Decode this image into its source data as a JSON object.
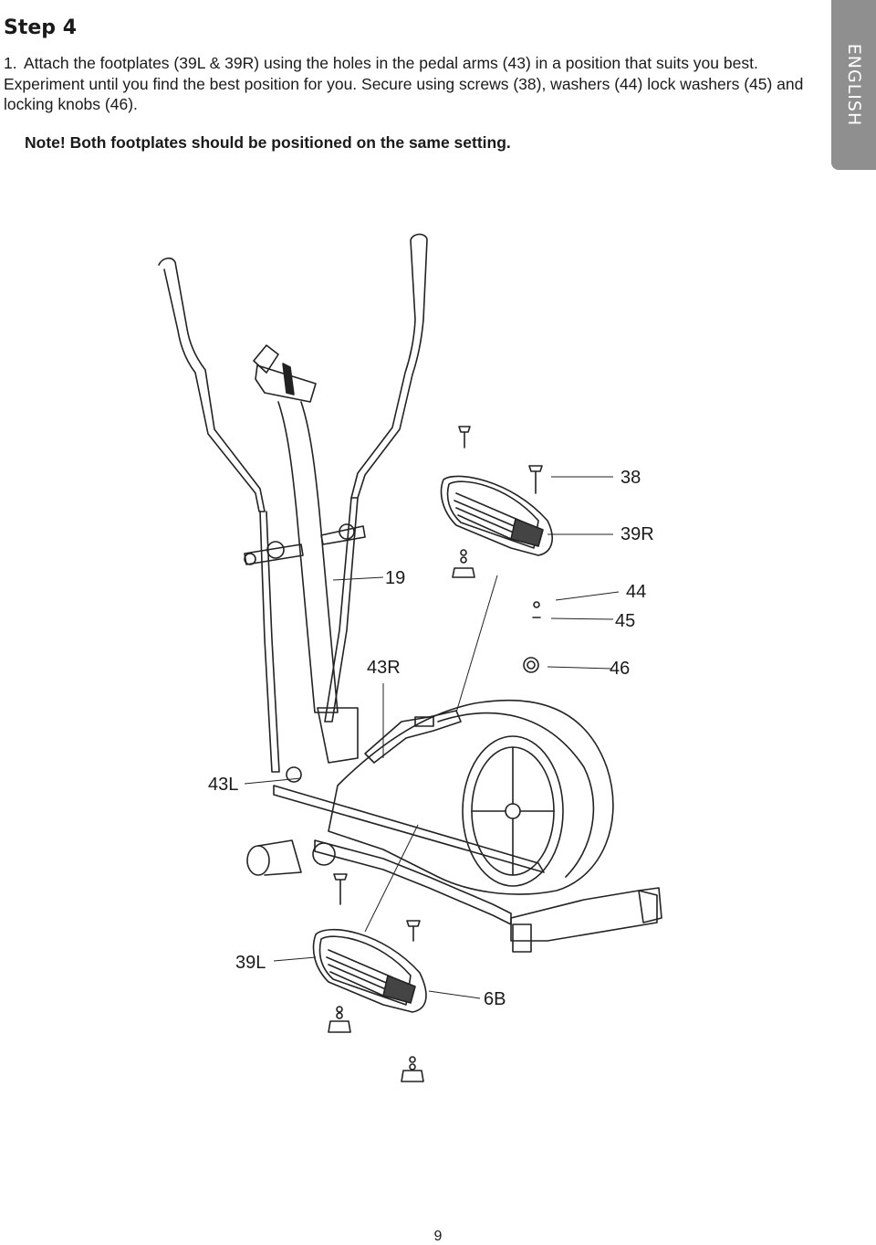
{
  "header": {
    "step_title": "Step 4",
    "language_tab": "ENGLISH"
  },
  "instruction": {
    "number": "1.",
    "text": "Attach the footplates (39L & 39R) using the holes in the pedal arms (43) in a position that suits you best. Experiment until you find the best position for you. Secure using screws (38), washers (44) lock washers (45) and locking knobs (46)."
  },
  "note": "Note! Both footplates should be positioned on the same setting.",
  "diagram": {
    "callouts": {
      "screw": "38",
      "footplate_right": "39R",
      "frame_19": "19",
      "washer": "44",
      "lock_washer": "45",
      "pedal_arm_right": "43R",
      "knob": "46",
      "pedal_arm_left": "43L",
      "footplate_left": "39L",
      "part_6b": "6B"
    }
  },
  "footer": {
    "page_number": "9"
  }
}
